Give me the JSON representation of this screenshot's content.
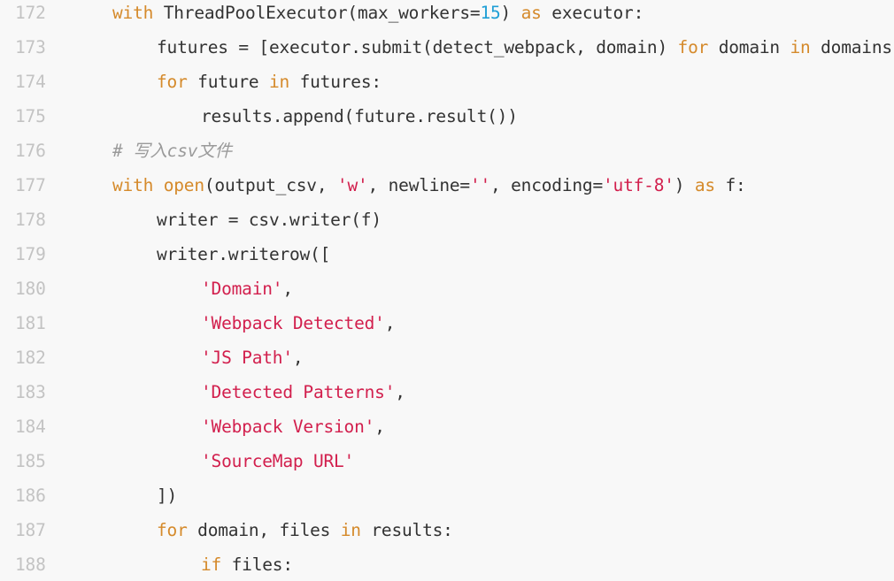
{
  "lines": [
    {
      "num": "172",
      "indent": 0,
      "tokens": [
        {
          "t": "with",
          "k": "kw"
        },
        {
          "t": " ThreadPoolExecutor(max_workers=",
          "k": "plain"
        },
        {
          "t": "15",
          "k": "num"
        },
        {
          "t": ") ",
          "k": "plain"
        },
        {
          "t": "as",
          "k": "kw"
        },
        {
          "t": " executor:",
          "k": "plain"
        }
      ]
    },
    {
      "num": "173",
      "indent": 1,
      "tokens": [
        {
          "t": "futures = [executor.submit(detect_webpack, domain) ",
          "k": "plain"
        },
        {
          "t": "for",
          "k": "kw"
        },
        {
          "t": " domain ",
          "k": "plain"
        },
        {
          "t": "in",
          "k": "kw"
        },
        {
          "t": " domains]",
          "k": "plain"
        }
      ]
    },
    {
      "num": "174",
      "indent": 1,
      "tokens": [
        {
          "t": "for",
          "k": "kw"
        },
        {
          "t": " future ",
          "k": "plain"
        },
        {
          "t": "in",
          "k": "kw"
        },
        {
          "t": " futures:",
          "k": "plain"
        }
      ]
    },
    {
      "num": "175",
      "indent": 2,
      "tokens": [
        {
          "t": "results.append(future.result())",
          "k": "plain"
        }
      ]
    },
    {
      "num": "176",
      "indent": 0,
      "tokens": [
        {
          "t": "# 写入csv文件",
          "k": "cmt"
        }
      ]
    },
    {
      "num": "177",
      "indent": 0,
      "tokens": [
        {
          "t": "with",
          "k": "kw"
        },
        {
          "t": " ",
          "k": "plain"
        },
        {
          "t": "open",
          "k": "kw"
        },
        {
          "t": "(output_csv, ",
          "k": "plain"
        },
        {
          "t": "'w'",
          "k": "str"
        },
        {
          "t": ", newline=",
          "k": "plain"
        },
        {
          "t": "''",
          "k": "str"
        },
        {
          "t": ", encoding=",
          "k": "plain"
        },
        {
          "t": "'utf-8'",
          "k": "str"
        },
        {
          "t": ") ",
          "k": "plain"
        },
        {
          "t": "as",
          "k": "kw"
        },
        {
          "t": " f:",
          "k": "plain"
        }
      ]
    },
    {
      "num": "178",
      "indent": 1,
      "tokens": [
        {
          "t": "writer = csv.writer(f)",
          "k": "plain"
        }
      ]
    },
    {
      "num": "179",
      "indent": 1,
      "tokens": [
        {
          "t": "writer.writerow([",
          "k": "plain"
        }
      ]
    },
    {
      "num": "180",
      "indent": 2,
      "tokens": [
        {
          "t": "'Domain'",
          "k": "str"
        },
        {
          "t": ",",
          "k": "plain"
        }
      ]
    },
    {
      "num": "181",
      "indent": 2,
      "tokens": [
        {
          "t": "'Webpack Detected'",
          "k": "str"
        },
        {
          "t": ",",
          "k": "plain"
        }
      ]
    },
    {
      "num": "182",
      "indent": 2,
      "tokens": [
        {
          "t": "'JS Path'",
          "k": "str"
        },
        {
          "t": ",",
          "k": "plain"
        }
      ]
    },
    {
      "num": "183",
      "indent": 2,
      "tokens": [
        {
          "t": "'Detected Patterns'",
          "k": "str"
        },
        {
          "t": ",",
          "k": "plain"
        }
      ]
    },
    {
      "num": "184",
      "indent": 2,
      "tokens": [
        {
          "t": "'Webpack Version'",
          "k": "str"
        },
        {
          "t": ",",
          "k": "plain"
        }
      ]
    },
    {
      "num": "185",
      "indent": 2,
      "tokens": [
        {
          "t": "'SourceMap URL'",
          "k": "str"
        }
      ]
    },
    {
      "num": "186",
      "indent": 1,
      "tokens": [
        {
          "t": "])",
          "k": "plain"
        }
      ]
    },
    {
      "num": "187",
      "indent": 1,
      "tokens": [
        {
          "t": "for",
          "k": "kw"
        },
        {
          "t": " domain, files ",
          "k": "plain"
        },
        {
          "t": "in",
          "k": "kw"
        },
        {
          "t": " results:",
          "k": "plain"
        }
      ]
    },
    {
      "num": "188",
      "indent": 2,
      "tokens": [
        {
          "t": "if",
          "k": "kw"
        },
        {
          "t": " files:",
          "k": "plain"
        }
      ]
    }
  ]
}
